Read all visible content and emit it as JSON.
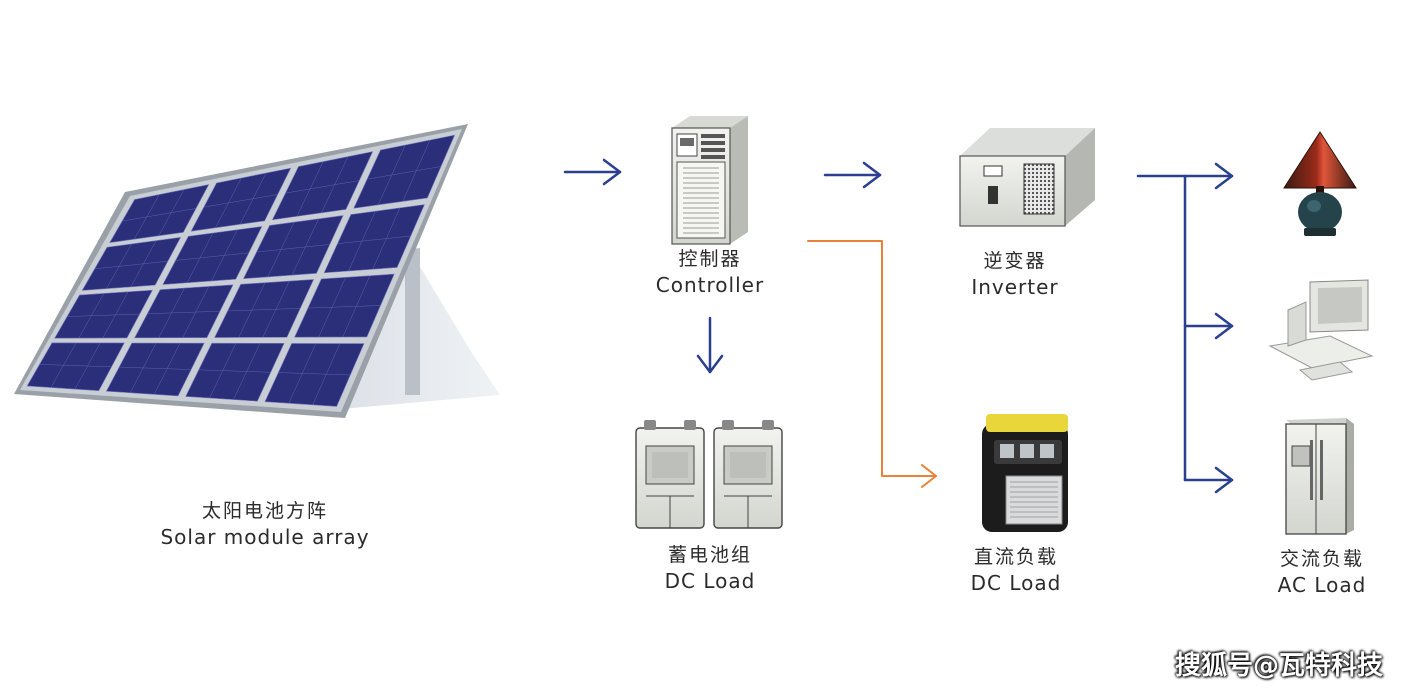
{
  "nodes": {
    "solar_array": {
      "zh": "太阳电池方阵",
      "en": "Solar module array"
    },
    "controller": {
      "zh": "控制器",
      "en": "Controller"
    },
    "inverter": {
      "zh": "逆变器",
      "en": "Inverter"
    },
    "battery": {
      "zh": "蓄电池组",
      "en": "DC Load"
    },
    "dc_load": {
      "zh": "直流负载",
      "en": "DC Load"
    },
    "ac_load": {
      "zh": "交流负载",
      "en": "AC Load"
    }
  },
  "watermark": "搜狐号@瓦特科技",
  "colors": {
    "flow_arrow": "#2a3f8f",
    "dc_arrow": "#e8823a",
    "panel_cell": "#2b2f7a",
    "device_body": "#e9ebe6"
  },
  "icons": {
    "solar_array": "solar-panel-icon",
    "controller": "controller-cabinet-icon",
    "inverter": "inverter-box-icon",
    "battery": "battery-bank-icon",
    "dc_load": "dc-device-icon",
    "ac_lamp": "lamp-icon",
    "ac_computer": "computer-icon",
    "ac_fridge": "refrigerator-icon"
  }
}
